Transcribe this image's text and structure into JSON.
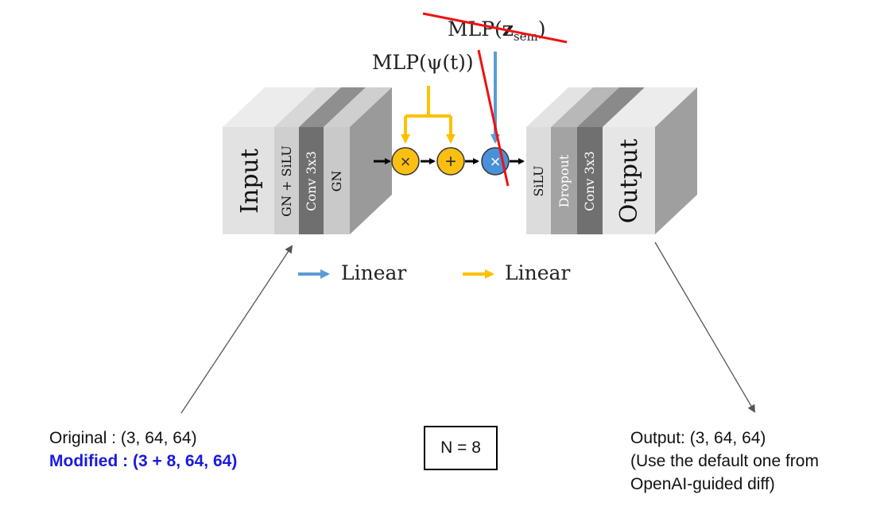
{
  "top_labels": {
    "mlp_psi": "MLP(ψ(t))",
    "mlp_zsem_prefix": "MLP(",
    "mlp_zsem_z": "z",
    "mlp_zsem_sub": "sem",
    "mlp_zsem_suffix": ")"
  },
  "input_block": {
    "title": "Input",
    "layers": [
      "GN + SiLU",
      "Conv 3x3",
      "GN"
    ]
  },
  "output_block": {
    "title": "Output",
    "layers": [
      "SiLU",
      "Dropout",
      "Conv 3x3"
    ]
  },
  "operators": {
    "multiply": "×",
    "add": "+"
  },
  "legend": [
    {
      "label": "Linear",
      "color": "#5b9bd5"
    },
    {
      "label": "Linear",
      "color": "#ffc000"
    }
  ],
  "notes": {
    "left_original": "Original : (3, 64, 64)",
    "left_modified": "Modified : (3 + 8, 64, 64)",
    "n_box": "N = 8",
    "right_line1": "Output: (3, 64, 64)",
    "right_line2": "(Use the default one from",
    "right_line3": "OpenAI-guided diff)"
  },
  "colors": {
    "strike_red": "#ee1111",
    "blue_arrow": "#5b9bd5",
    "yellow": "#ffc000",
    "yellow_circle": "#fbbf12",
    "blue_circle": "#4a90d9",
    "modified_text": "#1a1adf"
  }
}
